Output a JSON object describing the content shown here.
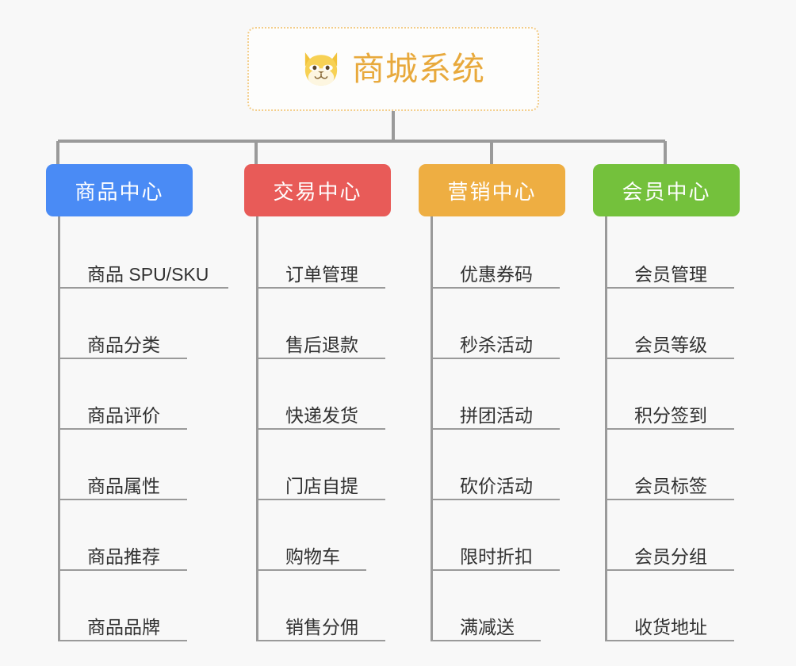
{
  "root": {
    "title": "商城系统",
    "icon": "shiba-dog-face-icon",
    "color": "#e8a93c",
    "border_color": "#f3cd8a"
  },
  "canvas": {
    "background": "#f8f8f8",
    "connector_color": "#9a9a9a"
  },
  "branches": [
    {
      "label": "商品中心",
      "color": "#4a8bf5",
      "items": [
        {
          "label": "商品 SPU/SKU",
          "rule_width": 212
        },
        {
          "label": "商品分类",
          "rule_width": 160
        },
        {
          "label": "商品评价",
          "rule_width": 160
        },
        {
          "label": "商品属性",
          "rule_width": 160
        },
        {
          "label": "商品推荐",
          "rule_width": 160
        },
        {
          "label": "商品品牌",
          "rule_width": 160
        }
      ]
    },
    {
      "label": "交易中心",
      "color": "#e85b58",
      "items": [
        {
          "label": "订单管理",
          "rule_width": 160
        },
        {
          "label": "售后退款",
          "rule_width": 160
        },
        {
          "label": "快递发货",
          "rule_width": 160
        },
        {
          "label": "门店自提",
          "rule_width": 160
        },
        {
          "label": "购物车",
          "rule_width": 136
        },
        {
          "label": "销售分佣",
          "rule_width": 160
        }
      ]
    },
    {
      "label": "营销中心",
      "color": "#eeae42",
      "items": [
        {
          "label": "优惠券码",
          "rule_width": 160
        },
        {
          "label": "秒杀活动",
          "rule_width": 160
        },
        {
          "label": "拼团活动",
          "rule_width": 160
        },
        {
          "label": "砍价活动",
          "rule_width": 160
        },
        {
          "label": "限时折扣",
          "rule_width": 160
        },
        {
          "label": "满减送",
          "rule_width": 136
        }
      ]
    },
    {
      "label": "会员中心",
      "color": "#74c13c",
      "items": [
        {
          "label": "会员管理",
          "rule_width": 160
        },
        {
          "label": "会员等级",
          "rule_width": 160
        },
        {
          "label": "积分签到",
          "rule_width": 160
        },
        {
          "label": "会员标签",
          "rule_width": 160
        },
        {
          "label": "会员分组",
          "rule_width": 160
        },
        {
          "label": "收货地址",
          "rule_width": 160
        }
      ]
    }
  ]
}
